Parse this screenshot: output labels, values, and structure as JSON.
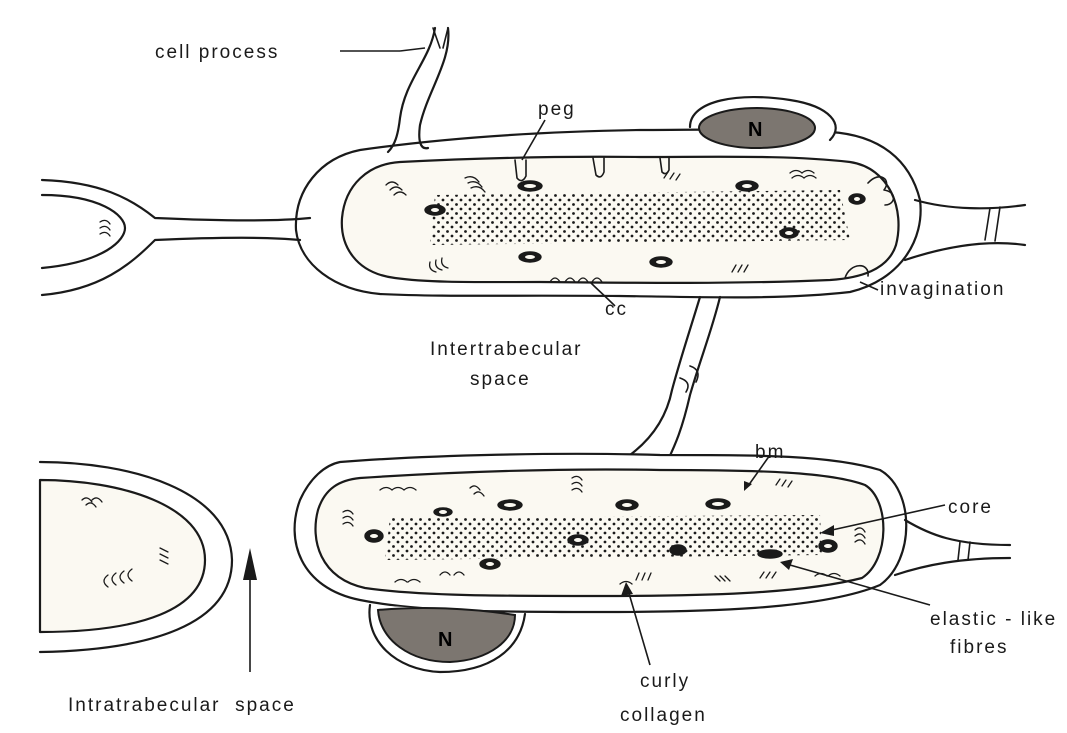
{
  "labels": {
    "cell_process": "cell process",
    "peg": "peg",
    "invagination": "invagination",
    "cc": "cc",
    "intertrabecular_line1": "Intertrabecular",
    "intertrabecular_line2": "space",
    "bm": "bm",
    "core": "core",
    "elastic_line1": "elastic - like",
    "elastic_line2": "fibres",
    "curly_line1": "curly",
    "curly_line2": "collagen",
    "intratrabecular": "Intratrabecular  space",
    "nucleus_top": "N",
    "nucleus_bottom": "N"
  },
  "colors": {
    "ink": "#1a1a1a",
    "nucleus_fill": "#7c7670",
    "trabecula_fill": "#fbf9f2"
  }
}
